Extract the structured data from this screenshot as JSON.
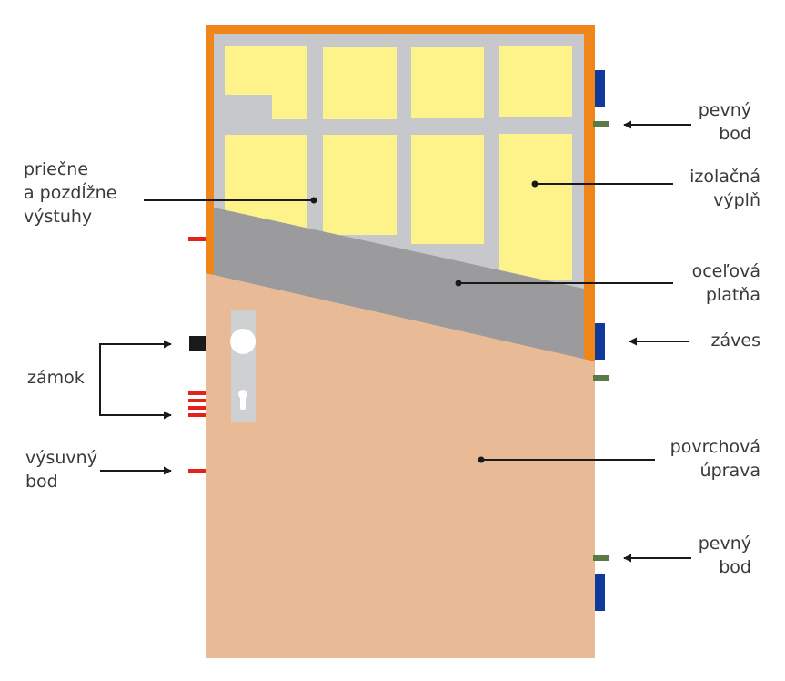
{
  "labels": {
    "reinforcement": [
      "priečne",
      "a pozdĺžne",
      "výstuhy"
    ],
    "lock": "zámok",
    "sliding_point": [
      "výsuvný",
      "bod"
    ],
    "fixed_point_top": [
      "pevný",
      "bod"
    ],
    "insulation": [
      "izolačná",
      "výplň"
    ],
    "steel_plate": [
      "oceľová",
      "platňa"
    ],
    "hinge": "záves",
    "surface_finish": [
      "povrchová",
      "úprava"
    ],
    "fixed_point_bottom": [
      "pevný",
      "bod"
    ]
  },
  "colors": {
    "frame": "#f08519",
    "grid": "#c7c8cb",
    "insulation": "#fdf38a",
    "steel": "#9b9a9d",
    "surface": "#e8bb96",
    "handle_plate": "#cfd0d2",
    "hinge": "#0f3a9c",
    "fixed_point": "#5b7a45",
    "sliding_point": "#e2231a",
    "lock_block": "#1a1a1a",
    "leader": "#1a1a1a"
  }
}
